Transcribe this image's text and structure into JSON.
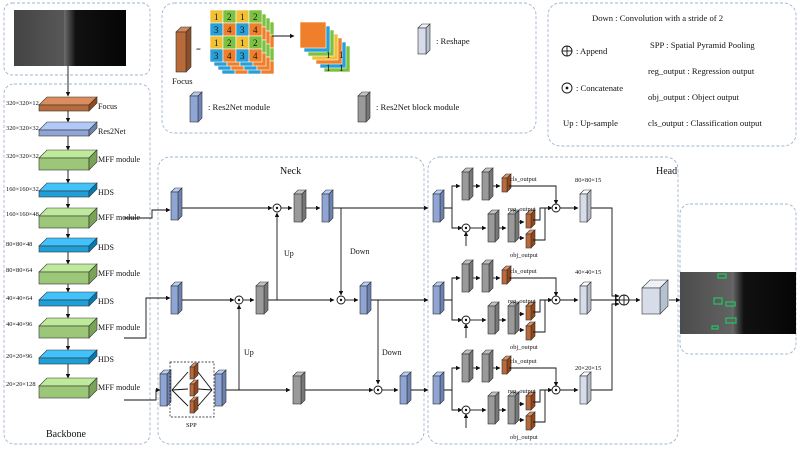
{
  "legend": {
    "focus_label": "Focus",
    "equals_sign": "=",
    "grid_numbers": [
      "1",
      "2",
      "1",
      "2",
      "3",
      "4",
      "3",
      "4",
      "1",
      "2",
      "1",
      "2",
      "3",
      "4",
      "3",
      "4"
    ],
    "stack_numbers": [
      "1",
      "1",
      "1",
      "1"
    ],
    "reshape_label": ": Reshape",
    "res2net_module_label": ": Res2Net module",
    "res2net_block_label": ": Res2Net block module"
  },
  "glossary": {
    "down_def": "Down : Convolution with a stride of 2",
    "append_def": ": Append",
    "concat_def": ": Concatenate",
    "upsample_def": "Up : Up-sample",
    "spp_def": "SPP   : Spatial Pyramid Pooling",
    "reg_def": "reg_output : Regression output",
    "obj_def": "obj_output : Object output",
    "cls_def": "cls_output : Classification output"
  },
  "backbone": {
    "title": "Backbone",
    "layers": [
      {
        "dim": "320×320×12",
        "label": "Focus",
        "kind": "focus"
      },
      {
        "dim": "320×320×32",
        "label": "Res2Net",
        "kind": "res2net"
      },
      {
        "dim": "320×320×32",
        "label": "MFF module",
        "kind": "mff"
      },
      {
        "dim": "160×160×32",
        "label": "HDS",
        "kind": "hds"
      },
      {
        "dim": "160×160×48",
        "label": "MFF module",
        "kind": "mff"
      },
      {
        "dim": "80×80×48",
        "label": "HDS",
        "kind": "hds"
      },
      {
        "dim": "80×80×64",
        "label": "MFF module",
        "kind": "mff"
      },
      {
        "dim": "40×40×64",
        "label": "HDS",
        "kind": "hds"
      },
      {
        "dim": "40×40×96",
        "label": "MFF module",
        "kind": "mff"
      },
      {
        "dim": "20×20×96",
        "label": "HDS",
        "kind": "hds"
      },
      {
        "dim": "20×20×128",
        "label": "MFF module",
        "kind": "mff"
      }
    ]
  },
  "neck": {
    "title": "Neck",
    "up_label": "Up",
    "down_label": "Down",
    "spp_label": "SPP"
  },
  "head": {
    "title": "Head",
    "scales": [
      "80×80×15",
      "40×40×15",
      "20×20×15"
    ],
    "cls_label": "cls_output",
    "reg_label": "reg_output",
    "obj_label": "obj_output"
  },
  "colors": {
    "focus": "#b86a3a",
    "res2net": "#8fa5d4",
    "mff": "#9cc678",
    "hds": "#1f9fd8",
    "gray_block": "#9a9a9a",
    "reshape": "#d6dde8",
    "panel_border": "#9fb4cf",
    "detection_box": "#22c55e"
  }
}
